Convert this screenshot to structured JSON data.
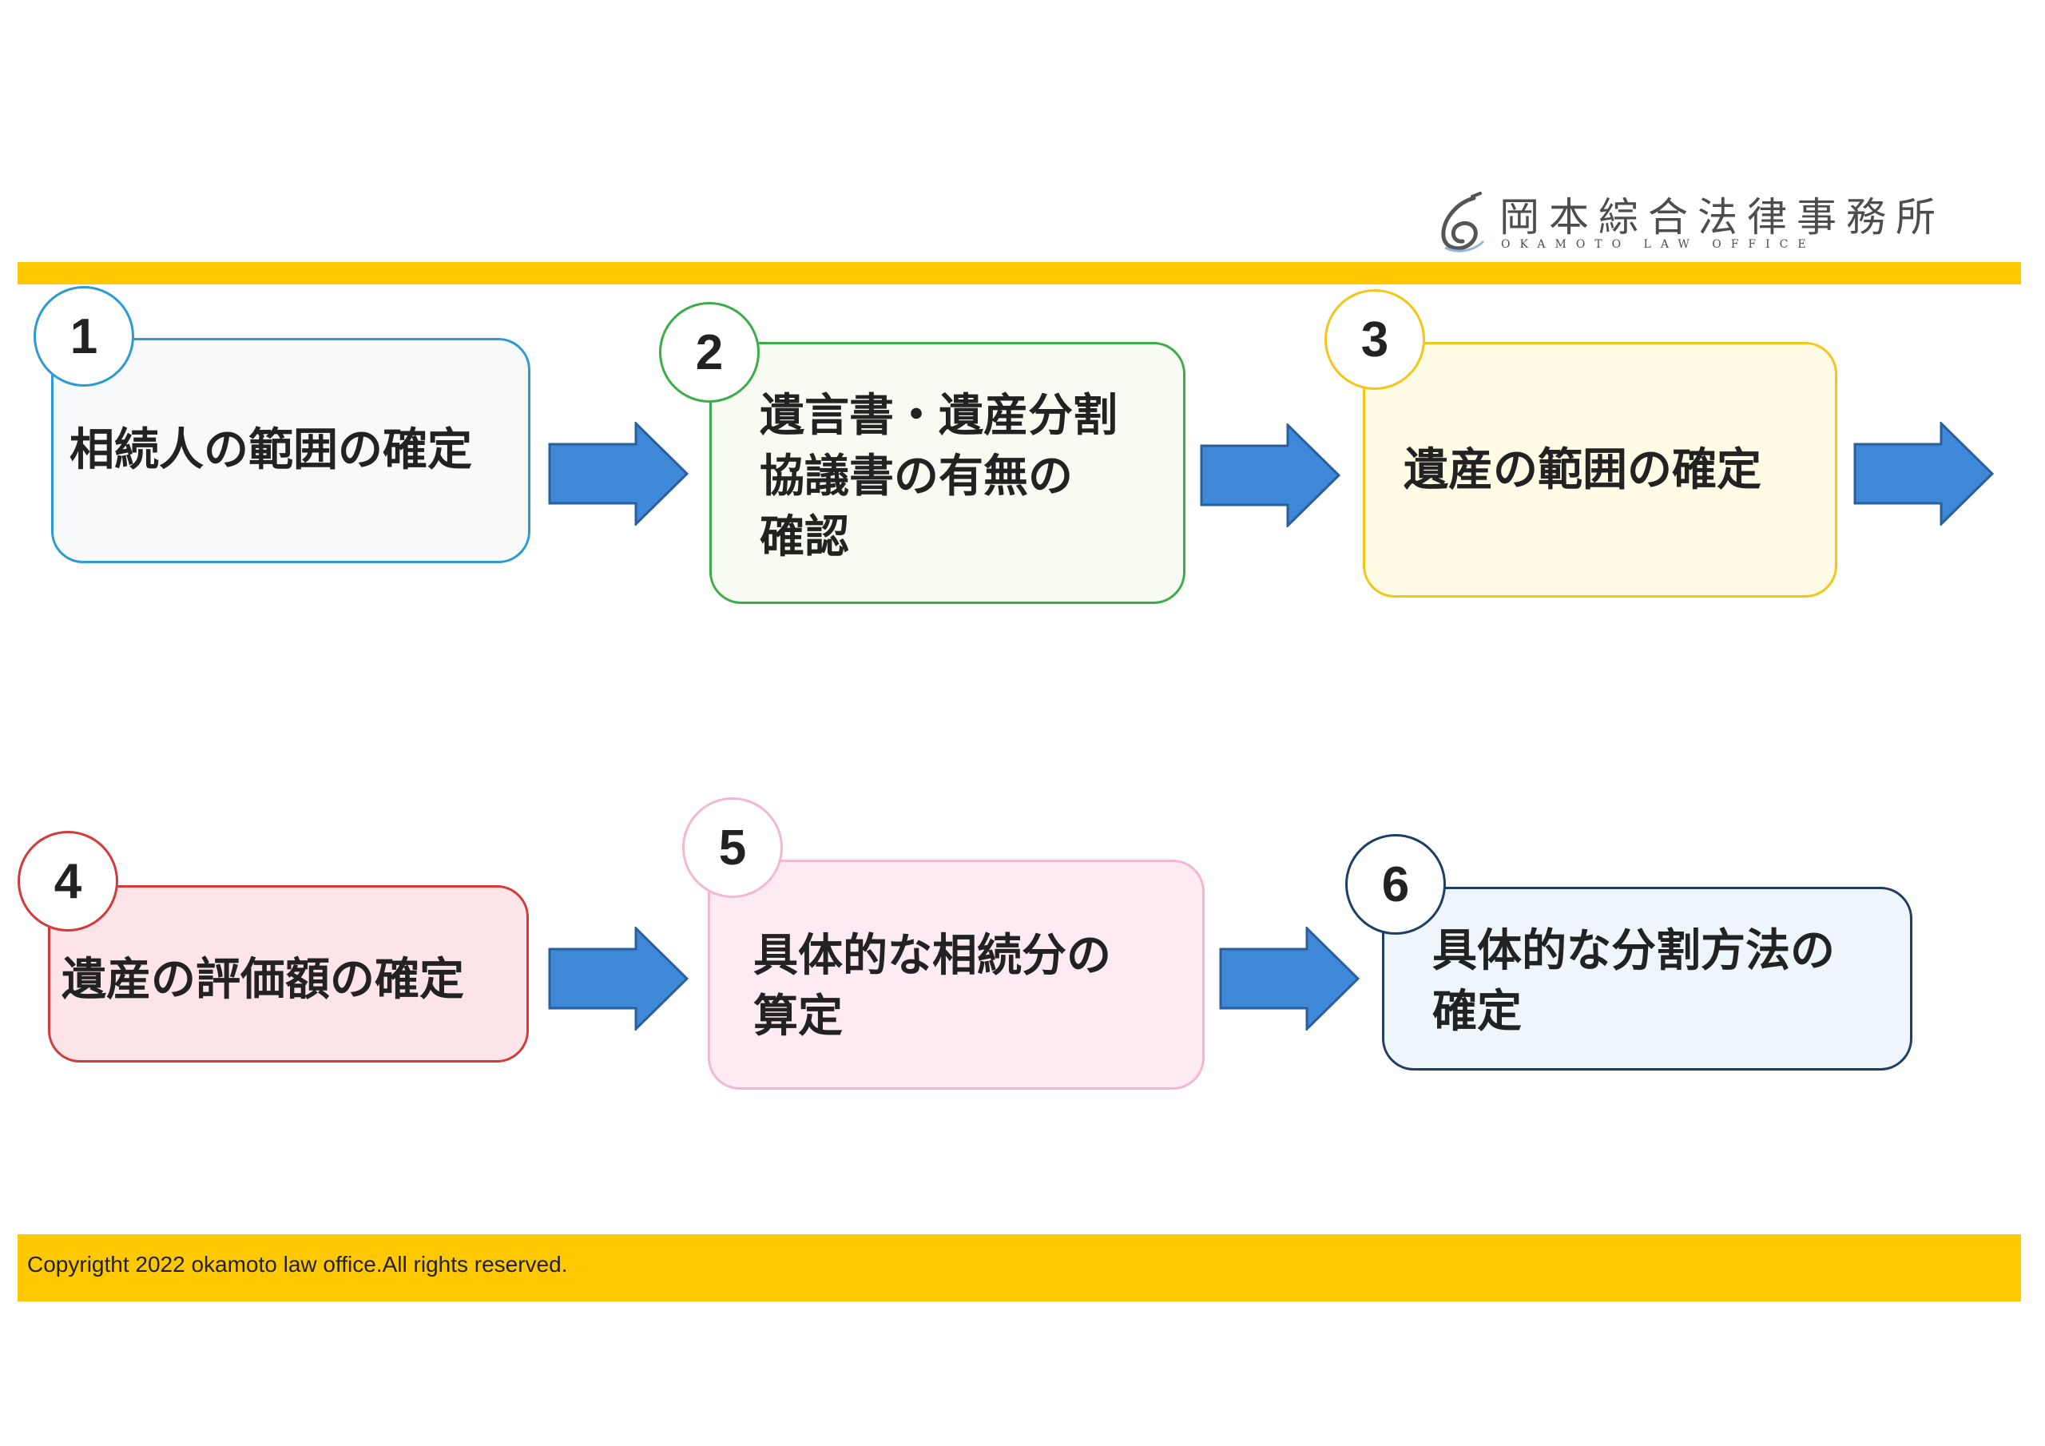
{
  "header": {
    "logo_jp": "岡本綜合法律事務所",
    "logo_en": "OKAMOTO LAW OFFICE"
  },
  "steps": [
    {
      "number": "1",
      "text": "相続人の範囲の確定",
      "border": "#2d9ad6",
      "fill": "#f7f9fa"
    },
    {
      "number": "2",
      "text": "遺言書・遺産分割\n協議書の有無の\n確認",
      "border": "#3cad48",
      "fill": "#f7fbf1"
    },
    {
      "number": "3",
      "text": "遺産の範囲の確定",
      "border": "#f2c619",
      "fill": "#fffbe4"
    },
    {
      "number": "4",
      "text": "遺産の評価額の確定",
      "border": "#d33a3a",
      "fill": "#fce4e8"
    },
    {
      "number": "5",
      "text": "具体的な相続分の\n算定",
      "border": "#f2b8d3",
      "fill": "#fdeaf3"
    },
    {
      "number": "6",
      "text": "具体的な分割方法の\n確定",
      "border": "#1f3e63",
      "fill": "#eef5fb"
    }
  ],
  "colors": {
    "accent_bar": "#ffc800",
    "arrow": "#3f88d8",
    "arrow_stroke": "#2a5f9e"
  },
  "footer": {
    "copyright": "Copyrigtht 2022 okamoto law office.All rights reserved."
  }
}
